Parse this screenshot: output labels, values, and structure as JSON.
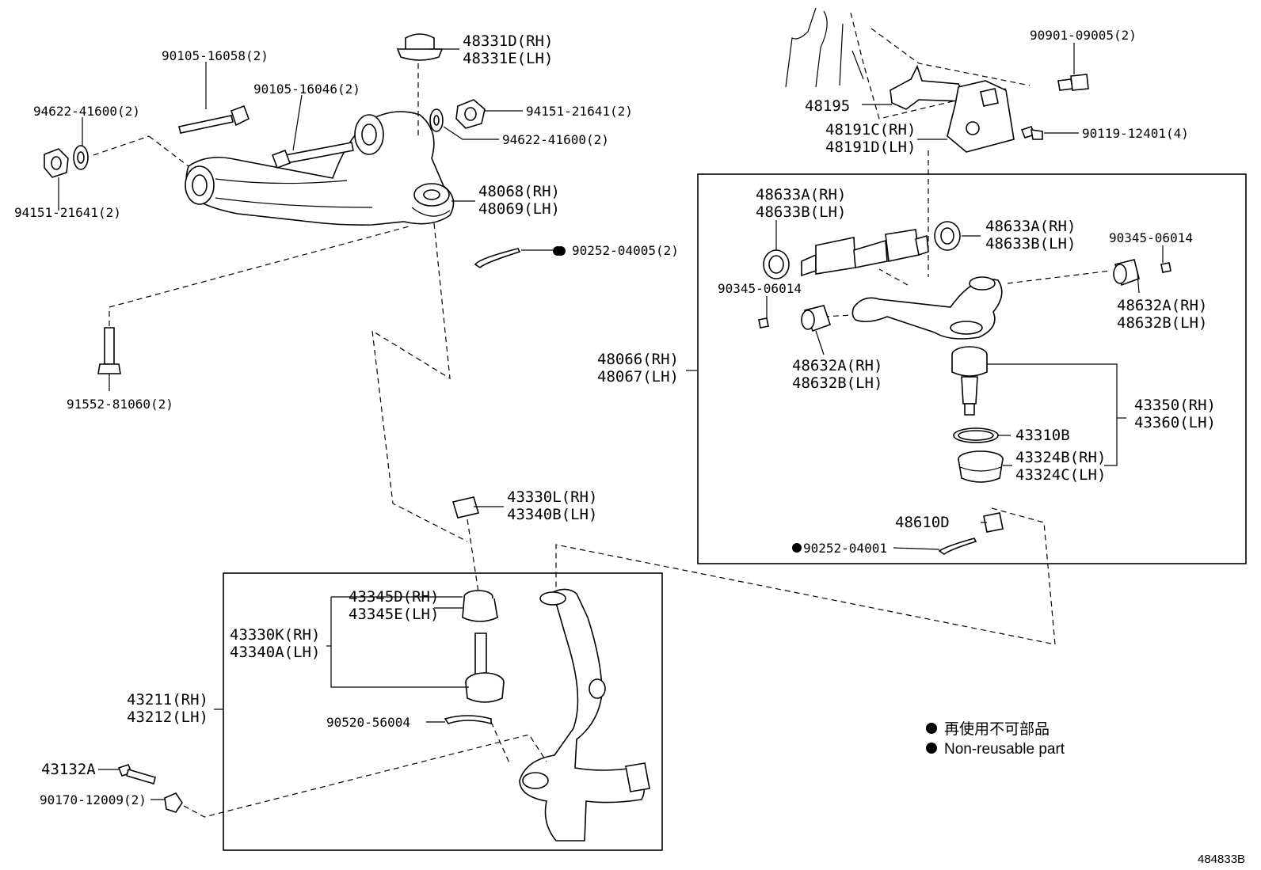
{
  "figure_id": "484833B",
  "legend": {
    "ja": "再使用不可部品",
    "en": "Non-reusable part"
  },
  "labels": {
    "p48331d": "48331D(RH)",
    "p48331e": "48331E(LH)",
    "p90105_16058": "90105-16058(2)",
    "p90105_16046": "90105-16046(2)",
    "p94622_left": "94622-41600(2)",
    "p94151_right": "94151-21641(2)",
    "p94622_right": "94622-41600(2)",
    "p94151_left": "94151-21641(2)",
    "p48068": "48068(RH)",
    "p48069": "48069(LH)",
    "p90252_04005": "90252-04005(2)",
    "p91552": "91552-81060(2)",
    "p90901": "90901-09005(2)",
    "p48195": "48195",
    "p48191c": "48191C(RH)",
    "p48191d": "48191D(LH)",
    "p90119": "90119-12401(4)",
    "p48633a_l": "48633A(RH)",
    "p48633b_l": "48633B(LH)",
    "p48633a_r": "48633A(RH)",
    "p48633b_r": "48633B(LH)",
    "p90345_r": "90345-06014",
    "p90345_l": "90345-06014",
    "p48632a_r": "48632A(RH)",
    "p48632b_r": "48632B(LH)",
    "p48632a_l": "48632A(RH)",
    "p48632b_l": "48632B(LH)",
    "p48066": "48066(RH)",
    "p48067": "48067(LH)",
    "p43350": "43350(RH)",
    "p43360": "43360(LH)",
    "p43310b": "43310B",
    "p43324b": "43324B(RH)",
    "p43324c": "43324C(LH)",
    "p48610d": "48610D",
    "p90252_04001": "90252-04001",
    "p43330l": "43330L(RH)",
    "p43340b": "43340B(LH)",
    "p43345d": "43345D(RH)",
    "p43345e": "43345E(LH)",
    "p43330k": "43330K(RH)",
    "p43340a": "43340A(LH)",
    "p43211": "43211(RH)",
    "p43212": "43212(LH)",
    "p90520": "90520-56004",
    "p43132a": "43132A",
    "p90170": "90170-12009(2)"
  }
}
